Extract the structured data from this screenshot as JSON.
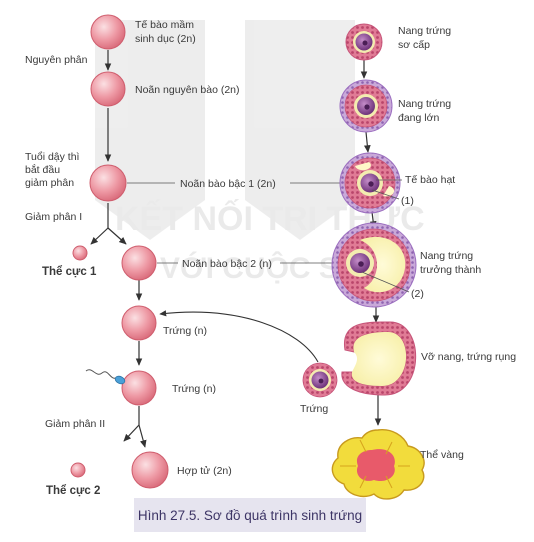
{
  "watermark": {
    "line1": "KẾT NỐI TRI THỨC",
    "line2": "VỚI CUỘC SỐNG"
  },
  "left": {
    "cell1": [
      "Tế bào mầm",
      "sinh dục (2n)"
    ],
    "step1": "Nguyên phân",
    "cell2": "Noãn nguyên bào (2n)",
    "step2": [
      "Tuổi dậy thì",
      "bắt đầu",
      "giảm phân"
    ],
    "cell3": "Noãn bào bậc 1 (2n)",
    "step3": "Giảm phân I",
    "polar1": "Thể cực 1",
    "cell4": "Noãn bào bậc 2 (n)",
    "egg1": "Trứng (n)",
    "egg2": "Trứng (n)",
    "step4": "Giảm phân II",
    "polar2": "Thể cực 2",
    "zygote": "Hợp tử (2n)"
  },
  "right": {
    "primary": [
      "Nang trứng",
      "sơ cấp"
    ],
    "growing": [
      "Nang trứng",
      "đang lớn"
    ],
    "granulosa": "Tế bào hạt",
    "marker1": "(1)",
    "mature": [
      "Nang trứng",
      "trưởng thành"
    ],
    "marker2": "(2)",
    "ruptured": "Vỡ nang, trứng rụng",
    "released_egg": "Trứng",
    "corpus": "Thể vàng"
  },
  "caption": "Hình 27.5. Sơ đồ quá trình sinh trứng",
  "colors": {
    "cell_fill": "#e98c98",
    "cell_stroke": "#cf5d6d",
    "follicle_ring": "#d9708e",
    "oocyte": "#7c3f84",
    "caption_bg": "#e6e4ef"
  }
}
